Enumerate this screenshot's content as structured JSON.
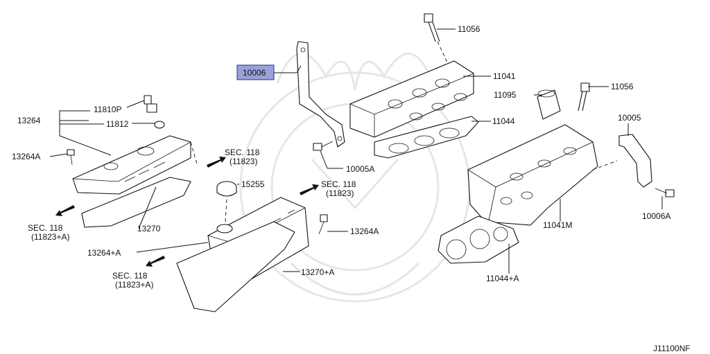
{
  "diagram_code": "J11100NF",
  "highlight_color": "#9aa0d8",
  "labels": {
    "p10006": "10006",
    "p11056_top": "11056",
    "p11041": "11041",
    "p11095": "11095",
    "p11056_right": "11056",
    "p11044": "11044",
    "p10005": "10005",
    "p10005A": "10005A",
    "p11041M": "11041M",
    "p10006A": "10006A",
    "p11044A": "11044+A",
    "p13264": "13264",
    "p11810P": "11810P",
    "p11812": "11812",
    "p13264A_left": "13264A",
    "p13270": "13270",
    "p15255": "15255",
    "p13264A_mid": "13264A",
    "p13264plusA": "13264+A",
    "p13270plusA": "13270+A",
    "sec1_line1": "SEC. 118",
    "sec1_line2": "(11823)",
    "sec2_line1": "SEC. 118",
    "sec2_line2": "(11823)",
    "sec3_line1": "SEC. 118",
    "sec3_line2": "(11823+A)",
    "sec4_line1": "SEC. 118",
    "sec4_line2": "(11823+A)"
  }
}
